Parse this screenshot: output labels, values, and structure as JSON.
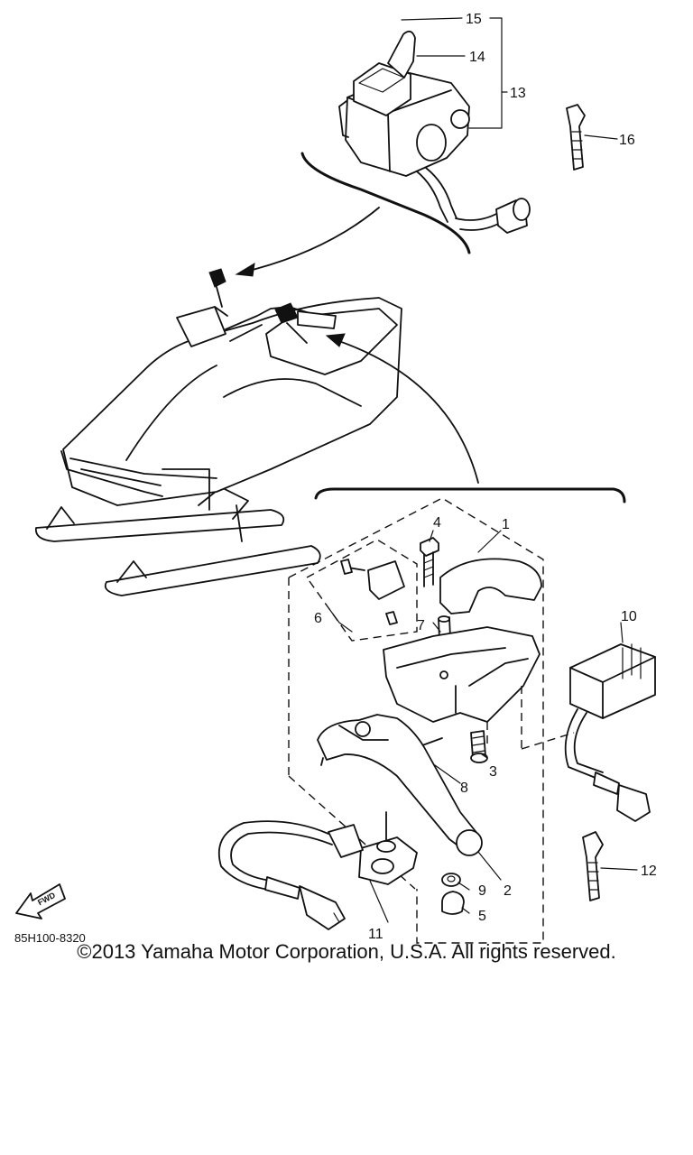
{
  "diagram": {
    "callouts": {
      "p1": "1",
      "p2": "2",
      "p3": "3",
      "p4": "4",
      "p5": "5",
      "p6": "6",
      "p7": "7",
      "p8": "8",
      "p9": "9",
      "p10": "10",
      "p11": "11",
      "p12": "12",
      "p13": "13",
      "p14": "14",
      "p15": "15",
      "p16": "16"
    },
    "figure_code": "85H100-8320",
    "fwd_label": "FWD"
  },
  "footer": {
    "copyright": "©2013 Yamaha Motor Corporation, U.S.A. All rights reserved."
  }
}
